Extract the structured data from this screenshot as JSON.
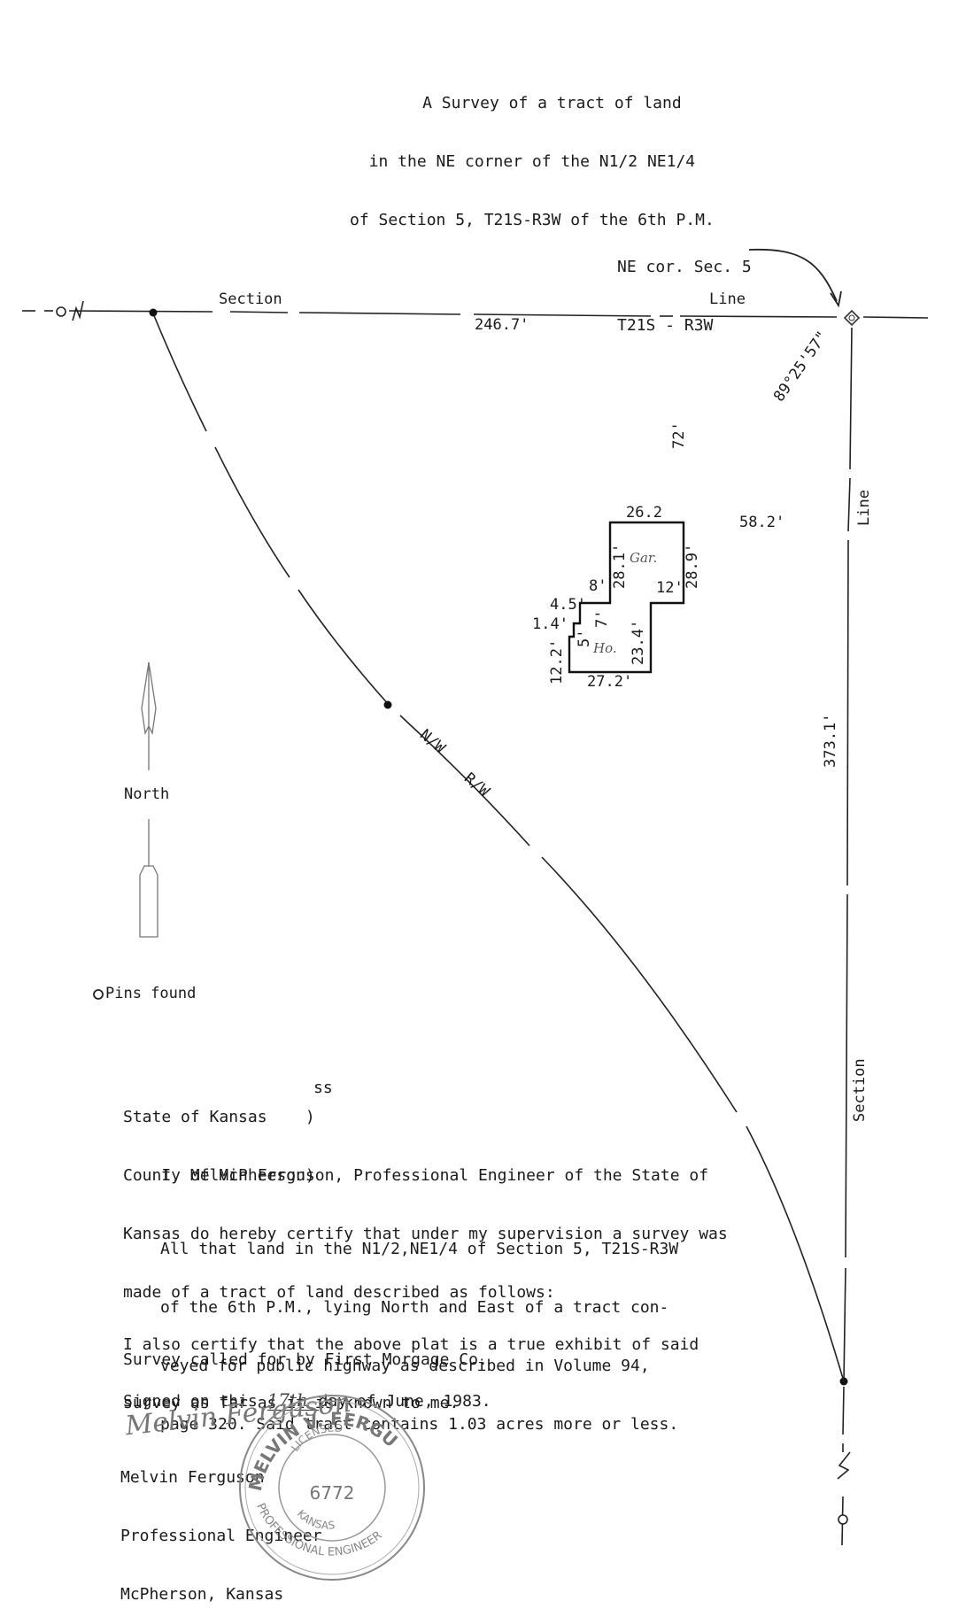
{
  "title": {
    "line1": "A Survey of a tract of land",
    "line2": "in the NE corner of the N1/2 NE1/4",
    "line3": "of Section 5, T21S-R3W of the 6th P.M."
  },
  "corner": {
    "line1": "NE cor. Sec. 5",
    "line2": "T21S - R3W",
    "bearing": "89°25'57\""
  },
  "section_line": {
    "word1": "Section",
    "word2": "Line",
    "length": "246.7'"
  },
  "east_line": {
    "word_top": "Line",
    "word_bottom": "Section",
    "length": "373.1'"
  },
  "row": {
    "nw": "N/W",
    "rw": "R/W"
  },
  "dims": {
    "d72": "72'",
    "d58": "58.2'",
    "d26": "26.2",
    "d28_1": "28.1'",
    "d28_9": "28.9'",
    "d12": "12'",
    "d8": "8'",
    "d4_5": "4.5'",
    "d7": "7'",
    "d1_4": "1.4'",
    "d5": "5'",
    "d12_2": "12.2'",
    "d23_4": "23.4'",
    "d27_2": "27.2'"
  },
  "building": {
    "garage": "Gar.",
    "house": "Ho."
  },
  "north": "North",
  "legend": {
    "pins": "Pins found"
  },
  "certificate": {
    "state": "State of Kansas    )",
    "county": "County of McPherson)",
    "ss": "ss",
    "p1": [
      "    I, Melvin Ferguson, Professional Engineer of the State of",
      "Kansas do hereby certify that under my supervision a survey was",
      "made of a tract of land described as follows:"
    ],
    "p2": [
      "All that land in the N1/2,NE1/4 of Section 5, T21S-R3W",
      "of the 6th P.M., lying North and East of a tract con-",
      "veyed for public highway as described in Volume 94,",
      "page 320. Said tract contains 1.03 acres more or less."
    ],
    "p3": [
      "I also certify that the above plat is a true exhibit of said",
      "survey as far as it is known to me."
    ],
    "called": "Survey called for by First Morgage Co.",
    "signed_pre": "Signed on this ",
    "signed_day": "17th",
    "signed_post": "day of June, 1983.",
    "name": "Melvin Ferguson",
    "role": "Professional Engineer",
    "city": "McPherson, Kansas"
  },
  "seal": {
    "name": "MELVIN V. FERGUSON",
    "licensed": "LICENSED",
    "number": "6772",
    "state": "KANSAS",
    "profession": "PROFESSIONAL ENGINEER"
  },
  "signature": "Melvin Ferguson"
}
